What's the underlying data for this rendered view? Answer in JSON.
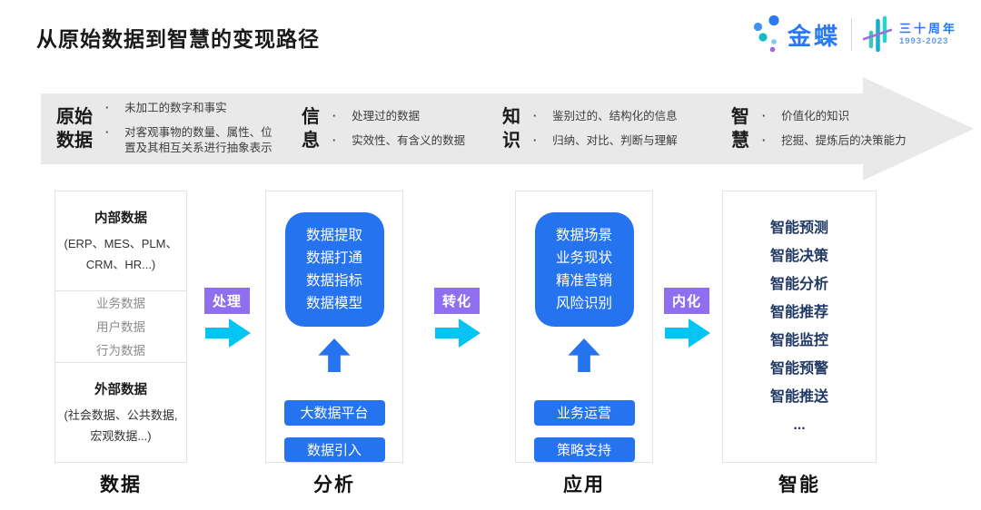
{
  "colors": {
    "accent_blue": "#2673F0",
    "navy_text": "#1F3864",
    "connector_purple": "#8F6FF0",
    "arrow_cyan": "#04C4F4",
    "banner_gray": "#E9E9E9",
    "brand_blue": "#2979F2",
    "brand_teal": "#1FBFC0"
  },
  "header": {
    "title": "从原始数据到智慧的变现路径",
    "logo": {
      "brand": "金蝶",
      "anniversary_label": "三十周年",
      "anniversary_years": "1993-2023"
    }
  },
  "banner": {
    "stages": [
      {
        "keyword_line1": "原始",
        "keyword_line2": "数据",
        "points": [
          "未加工的数字和事实",
          "对客观事物的数量、属性、位置及其相互关系进行抽象表示"
        ]
      },
      {
        "keyword_line1": "信",
        "keyword_line2": "息",
        "points": [
          "处理过的数据",
          "实效性、有含义的数据"
        ]
      },
      {
        "keyword_line1": "知",
        "keyword_line2": "识",
        "points": [
          "鉴别过的、结构化的信息",
          "归纳、对比、判断与理解"
        ]
      },
      {
        "keyword_line1": "智",
        "keyword_line2": "慧",
        "points": [
          "价值化的知识",
          "挖掘、提炼后的决策能力"
        ]
      }
    ]
  },
  "connectors": [
    {
      "label": "处理"
    },
    {
      "label": "转化"
    },
    {
      "label": "内化"
    }
  ],
  "columns": {
    "data": {
      "footer": "数据",
      "internal": {
        "title": "内部数据",
        "subtitle": "(ERP、MES、PLM、\nCRM、HR...)"
      },
      "middle_items": [
        "业务数据",
        "用户数据",
        "行为数据"
      ],
      "external": {
        "title": "外部数据",
        "subtitle": "(社会数据、公共数据,\n宏观数据...)"
      }
    },
    "analysis": {
      "footer": "分析",
      "card_lines": [
        "数据提取",
        "数据打通",
        "数据指标",
        "数据模型"
      ],
      "buttons": [
        "大数据平台",
        "数据引入"
      ]
    },
    "application": {
      "footer": "应用",
      "card_lines": [
        "数据场景",
        "业务现状",
        "精准营销",
        "风险识别"
      ],
      "buttons": [
        "业务运营",
        "策略支持"
      ]
    },
    "intelligence": {
      "footer": "智能",
      "items": [
        "智能预测",
        "智能决策",
        "智能分析",
        "智能推荐",
        "智能监控",
        "智能预警",
        "智能推送",
        "..."
      ]
    }
  }
}
